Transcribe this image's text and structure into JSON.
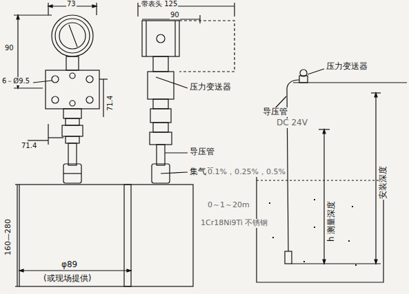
{
  "diagram": {
    "labels": [
      "73",
      "90",
      "6－Ø9.5",
      "71.4",
      "71.4",
      "160—280",
      "φ89",
      "(或现场提供)",
      "带表头 125",
      "90",
      "压力变送器",
      "导压管",
      "集气器",
      "导压管",
      "压力变送器",
      "h 测量深度",
      "安装深度",
      "DC 24V",
      "0.1%，0.25%，0.5%",
      "0～1～20m",
      "1Cr18Ni9Ti 不锈钢"
    ]
  }
}
